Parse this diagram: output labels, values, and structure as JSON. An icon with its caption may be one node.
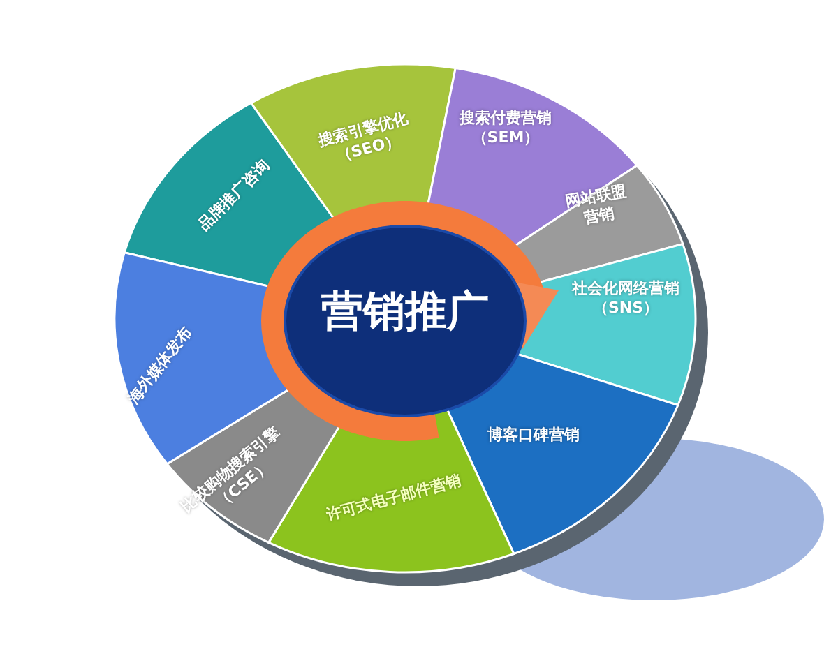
{
  "diagram": {
    "nodes": [
      {
        "text": [
          "营销推广"
        ]
      },
      {
        "text": [
          "品牌推广咨询"
        ]
      },
      {
        "text": [
          "搜索引擎优化（SEO）"
        ]
      },
      {
        "text": [
          "搜索付费营销（SEM）"
        ]
      },
      {
        "text": [
          "网站联盟营销"
        ]
      },
      {
        "text": [
          "社会化网络营销（SNS）"
        ]
      },
      {
        "text": [
          "博客口碑营销"
        ]
      },
      {
        "text": [
          "许可式电子邮件营销"
        ]
      },
      {
        "text": [
          "比较购物搜索引擎（CSE）"
        ]
      },
      {
        "text": [
          "海外媒体发布"
        ]
      }
    ]
  }
}
